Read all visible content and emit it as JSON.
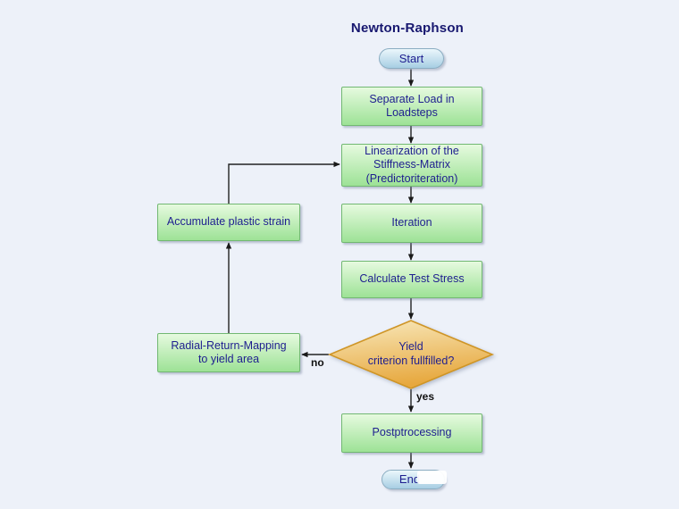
{
  "title": "Newton-Raphson",
  "colors": {
    "background": "#edf1f9",
    "process_fill_top": "#e6fadf",
    "process_fill_bottom": "#9de296",
    "process_border": "#72b872",
    "terminator_fill_top": "#ebf7fc",
    "terminator_fill_bottom": "#a7cee3",
    "terminator_border": "#8badc2",
    "decision_fill_top": "#f8e9bd",
    "decision_fill_bottom": "#e7a83e",
    "decision_border": "#cf9526",
    "node_text": "#1e1e8f",
    "arrow": "#222222",
    "edge_label_text": "#111111",
    "title_text": "#181870"
  },
  "diagram": {
    "nodes": {
      "start": {
        "type": "terminator",
        "label": "Start"
      },
      "separate": {
        "type": "process",
        "lines": [
          "Separate Load in",
          "Loadsteps"
        ]
      },
      "linearization": {
        "type": "process",
        "lines": [
          "Linearization of the",
          "Stiffness-Matrix",
          "(Predictoriteration)"
        ]
      },
      "iteration": {
        "type": "process",
        "lines": [
          "Iteration"
        ]
      },
      "calculate": {
        "type": "process",
        "lines": [
          "Calculate Test Stress"
        ]
      },
      "decision": {
        "type": "decision",
        "lines": [
          "Yield",
          "criterion fullfilled?"
        ]
      },
      "radial": {
        "type": "process",
        "lines": [
          "Radial-Return-Mapping",
          "to yield area"
        ]
      },
      "accumulate": {
        "type": "process",
        "lines": [
          "Accumulate plastic strain"
        ]
      },
      "postprocessing": {
        "type": "process",
        "lines": [
          "Postptrocessing"
        ]
      },
      "end": {
        "type": "terminator",
        "label": "End"
      }
    },
    "edge_labels": {
      "yes": "yes",
      "no": "no"
    }
  }
}
